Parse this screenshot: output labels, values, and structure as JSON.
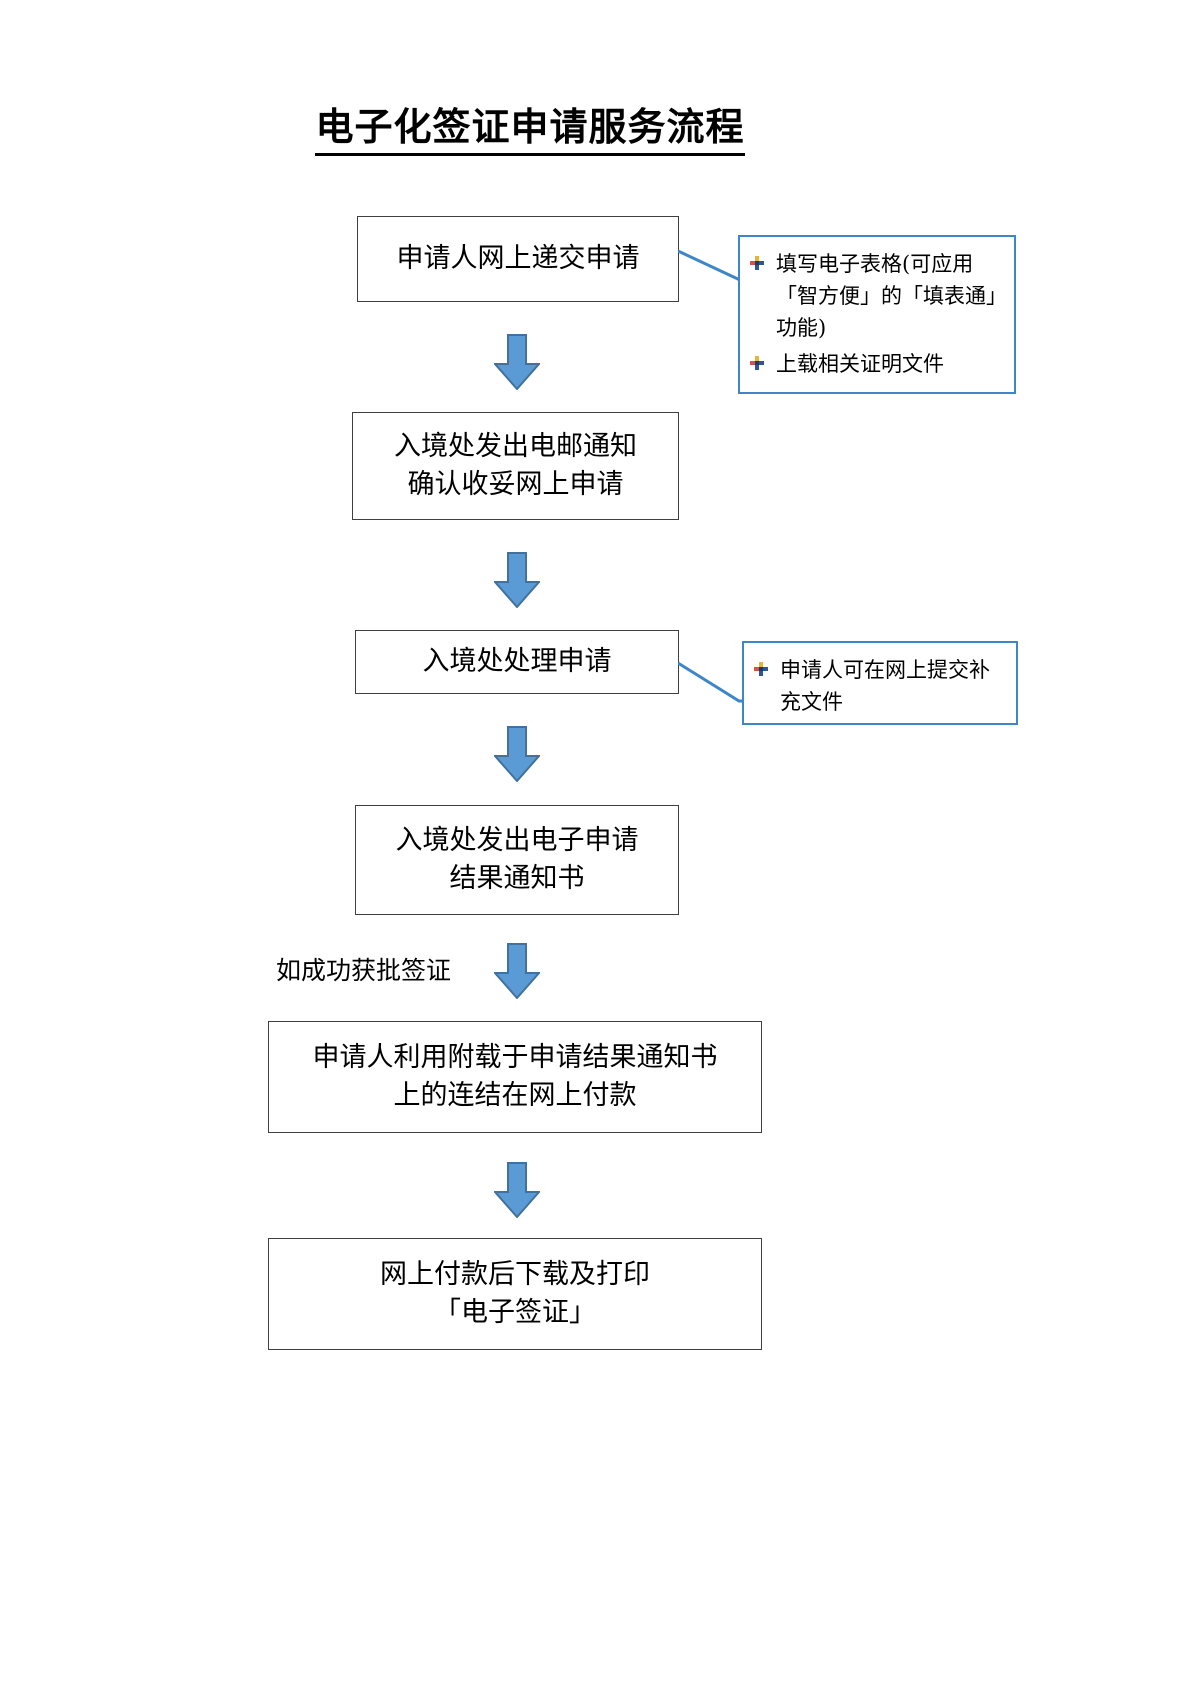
{
  "document": {
    "title": "电子化签证申请服务流程"
  },
  "colors": {
    "arrow_fill": "#5b9bd5",
    "arrow_stroke": "#41719c",
    "note_border": "#3e86c8",
    "connector": "#3e86c8",
    "box_border": "#3f3f3f",
    "text": "#000000"
  },
  "flow": {
    "steps": [
      {
        "id": "step-1",
        "line1": "申请人网上递交申请",
        "line2": ""
      },
      {
        "id": "step-2",
        "line1": "入境处发出电邮通知",
        "line2": "确认收妥网上申请"
      },
      {
        "id": "step-3",
        "line1": "入境处处理申请",
        "line2": ""
      },
      {
        "id": "step-4",
        "line1": "入境处发出电子申请",
        "line2": "结果通知书"
      },
      {
        "id": "step-5",
        "line1": "申请人利用附载于申请结果通知书",
        "line2": "上的连结在网上付款"
      },
      {
        "id": "step-6",
        "line1": "网上付款后下载及打印",
        "line2": "「电子签证」"
      }
    ],
    "connector_label": "如成功获批签证",
    "arrow_icon": "down-block-arrow-icon"
  },
  "notes": [
    {
      "id": "note-1",
      "bullet_icon": "multicolor-cross-bullet-icon",
      "items": [
        "填写电子表格(可应用「智方便」的「填表通」功能)",
        "上载相关证明文件"
      ]
    },
    {
      "id": "note-2",
      "bullet_icon": "multicolor-cross-bullet-icon",
      "items": [
        "申请人可在网上提交补充文件"
      ]
    }
  ]
}
